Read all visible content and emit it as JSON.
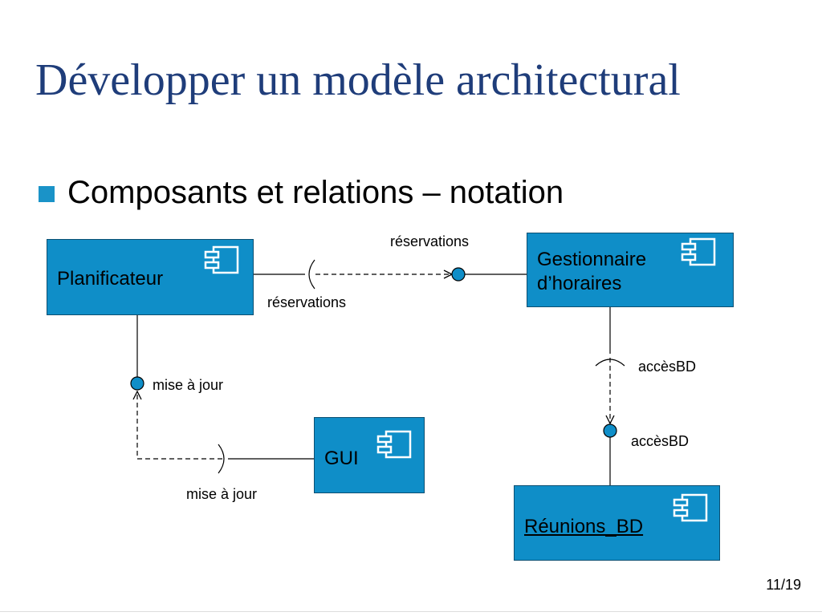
{
  "slide": {
    "title": "Développer un modèle architectural",
    "bullet": "Composants et relations – notation",
    "page_number": "11/19"
  },
  "colors": {
    "title": "#1f3d7a",
    "component_fill": "#0f8ec8",
    "bullet": "#1a93c8"
  },
  "components": {
    "planificateur": "Planificateur",
    "gestionnaire": "Gestionnaire\nd’horaires",
    "gui": "GUI",
    "reunions_bd": "Réunions_BD"
  },
  "labels": {
    "reservations_provided": "réservations",
    "reservations_required": "réservations",
    "miseajour_provided": "mise à jour",
    "miseajour_required": "mise à jour",
    "accesbd_required": "accèsBD",
    "accesbd_provided": "accèsBD"
  }
}
